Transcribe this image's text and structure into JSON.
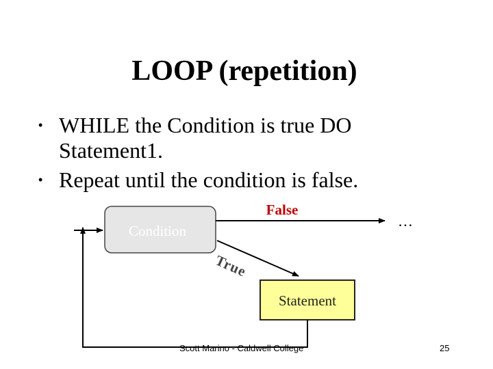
{
  "slide": {
    "title": "LOOP (repetition)",
    "bullets": [
      "WHILE the Condition is true DO Statement1.",
      "Repeat until the condition is false."
    ],
    "bullet_glyph": "•"
  },
  "diagram": {
    "condition_label": "Condition",
    "false_label": "False",
    "true_label": "True",
    "statement_label": "Statement",
    "continuation": "…",
    "colors": {
      "condition_fill": "#e6e6e6",
      "condition_text": "#ffffff",
      "false_text": "#c00000",
      "true_text": "#444444",
      "statement_fill": "#ffff99",
      "statement_text": "#222222"
    }
  },
  "footer": {
    "author": "Scott Marino - Caldwell College",
    "page": "25"
  }
}
